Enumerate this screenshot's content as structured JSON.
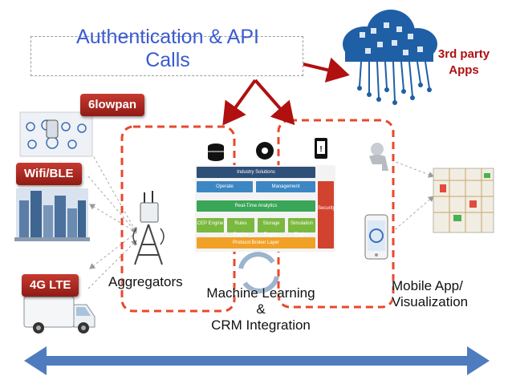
{
  "title": {
    "line1": "Authentication & API",
    "line2": "Calls"
  },
  "third_party": {
    "line1": "3rd party",
    "line2": "Apps"
  },
  "badges": {
    "sixlowpan": "6lowpan",
    "wifi": "Wifi/BLE",
    "lte": "4G LTE"
  },
  "labels": {
    "aggregators": "Aggregators",
    "ml_line1": "Machine Learning",
    "ml_line2": "&",
    "ml_line3": "CRM Integration",
    "mobile_line1": "Mobile App/",
    "mobile_line2": "Visualization"
  },
  "platform": {
    "industry_solutions": "Industry Solutions",
    "operate": "Operate",
    "management": "Management",
    "realtime": "Real-Time Analytics",
    "cep": "CEP Engine",
    "rules": "Rules Engine",
    "storage": "Storage Engine",
    "simulation": "Simulation Engine",
    "broker": "Protocol Broker Layer",
    "security": "Security"
  },
  "colors": {
    "title_blue": "#3a5bd0",
    "red": "#b01010",
    "dash_red": "#e8482c",
    "arrow_blue": "#4f7cbf",
    "cloud_blue": "#1f5fa6"
  }
}
